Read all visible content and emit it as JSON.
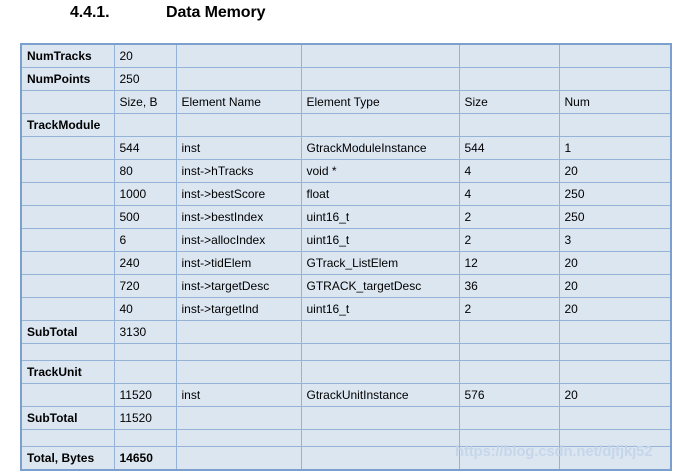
{
  "heading": {
    "number": "4.4.1.",
    "text": "Data Memory"
  },
  "table": {
    "columns": [
      "",
      "Size, B",
      "Element Name",
      "Element Type",
      "Size",
      "Num"
    ],
    "header_row_index": 2,
    "rows": [
      {
        "type": "kv",
        "label": "NumTracks",
        "size_b": "20",
        "element_name": "",
        "element_type": "",
        "size": "",
        "num": ""
      },
      {
        "type": "kv",
        "label": "NumPoints",
        "size_b": "250",
        "element_name": "",
        "element_type": "",
        "size": "",
        "num": ""
      },
      {
        "type": "header",
        "label": "",
        "size_b": "Size, B",
        "element_name": "Element Name",
        "element_type": "Element Type",
        "size": "Size",
        "num": "Num"
      },
      {
        "type": "section",
        "label": "TrackModule",
        "size_b": "",
        "element_name": "",
        "element_type": "",
        "size": "",
        "num": ""
      },
      {
        "type": "data",
        "label": "",
        "size_b": "544",
        "element_name": "inst",
        "element_type": "GtrackModuleInstance",
        "size": "544",
        "num": "1"
      },
      {
        "type": "data",
        "label": "",
        "size_b": "80",
        "element_name": "inst->hTracks",
        "element_type": "void *",
        "size": "4",
        "num": "20"
      },
      {
        "type": "data",
        "label": "",
        "size_b": "1000",
        "element_name": "inst->bestScore",
        "element_type": "float",
        "size": "4",
        "num": "250"
      },
      {
        "type": "data",
        "label": "",
        "size_b": "500",
        "element_name": "inst->bestIndex",
        "element_type": "uint16_t",
        "size": "2",
        "num": "250"
      },
      {
        "type": "data",
        "label": "",
        "size_b": "6",
        "element_name": "inst->allocIndex",
        "element_type": "uint16_t",
        "size": "2",
        "num": "3"
      },
      {
        "type": "data",
        "label": "",
        "size_b": "240",
        "element_name": "inst->tidElem",
        "element_type": "GTrack_ListElem",
        "size": "12",
        "num": "20"
      },
      {
        "type": "data",
        "label": "",
        "size_b": "720",
        "element_name": "inst->targetDesc",
        "element_type": "GTRACK_targetDesc",
        "size": "36",
        "num": "20"
      },
      {
        "type": "data",
        "label": "",
        "size_b": "40",
        "element_name": "inst->targetInd",
        "element_type": "uint16_t",
        "size": "2",
        "num": "20"
      },
      {
        "type": "subtotal",
        "label": "SubTotal",
        "size_b": "3130",
        "element_name": "",
        "element_type": "",
        "size": "",
        "num": ""
      },
      {
        "type": "spacer",
        "label": "",
        "size_b": "",
        "element_name": "",
        "element_type": "",
        "size": "",
        "num": ""
      },
      {
        "type": "section",
        "label": "TrackUnit",
        "size_b": "",
        "element_name": "",
        "element_type": "",
        "size": "",
        "num": ""
      },
      {
        "type": "data",
        "label": "",
        "size_b": "11520",
        "element_name": "inst",
        "element_type": "GtrackUnitInstance",
        "size": "576",
        "num": "20"
      },
      {
        "type": "subtotal",
        "label": "SubTotal",
        "size_b": "11520",
        "element_name": "",
        "element_type": "",
        "size": "",
        "num": ""
      },
      {
        "type": "spacer",
        "label": "",
        "size_b": "",
        "element_name": "",
        "element_type": "",
        "size": "",
        "num": ""
      },
      {
        "type": "total",
        "label": "Total, Bytes",
        "size_b": "14650",
        "element_name": "",
        "element_type": "",
        "size": "",
        "num": ""
      }
    ]
  },
  "watermark": {
    "text": "https://blog.csdn.net/djfjkj52"
  },
  "colors": {
    "cell_fill": "#dce6f1",
    "border": "#95b3d7",
    "outer_border": "#7ba0cd",
    "text": "#000000",
    "watermark": "#c5d6ea"
  }
}
